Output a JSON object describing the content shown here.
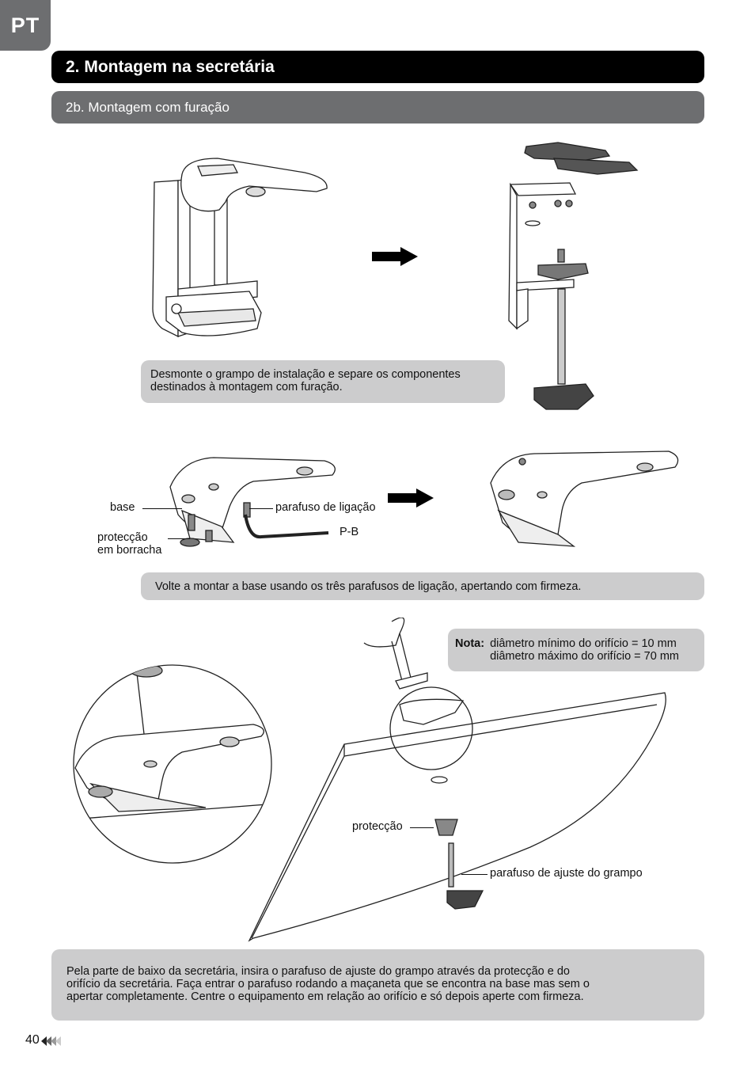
{
  "lang_tab": "PT",
  "section_title": "2. Montagem na secretária",
  "subsection_title": "2b. Montagem com furação",
  "step1": {
    "instruction_line1": "Desmonte o grampo de instalação e separe os componentes",
    "instruction_line2": "destinados à montagem com furação."
  },
  "step2": {
    "label_base": "base",
    "label_rubber_line1": "protecção",
    "label_rubber_line2": "em borracha",
    "label_screw": "parafuso de ligação",
    "label_key": "P-B",
    "instruction": "Volte a montar a base usando os três parafusos de ligação, apertando com firmeza."
  },
  "step3": {
    "note_label": "Nota:",
    "note_line1": "diâmetro mínimo do orifício = 10 mm",
    "note_line2": "diâmetro máximo do orifício = 70 mm",
    "label_protection": "protecção",
    "label_adjust_screw": "parafuso de ajuste do grampo",
    "instruction_line1": "Pela parte de baixo da secretária, insira o parafuso de ajuste do grampo através da protecção e do",
    "instruction_line2": "orifício da secretária. Faça entrar o parafuso rodando a maçaneta que se encontra na base mas sem o",
    "instruction_line3": "apertar completamente. Centre o equipamento em relação ao orifício e só depois aperte com firmeza."
  },
  "page_number": "40",
  "icons": {
    "arrow": "right-arrow-icon",
    "page_marker": "double-chevron-left-icon"
  }
}
